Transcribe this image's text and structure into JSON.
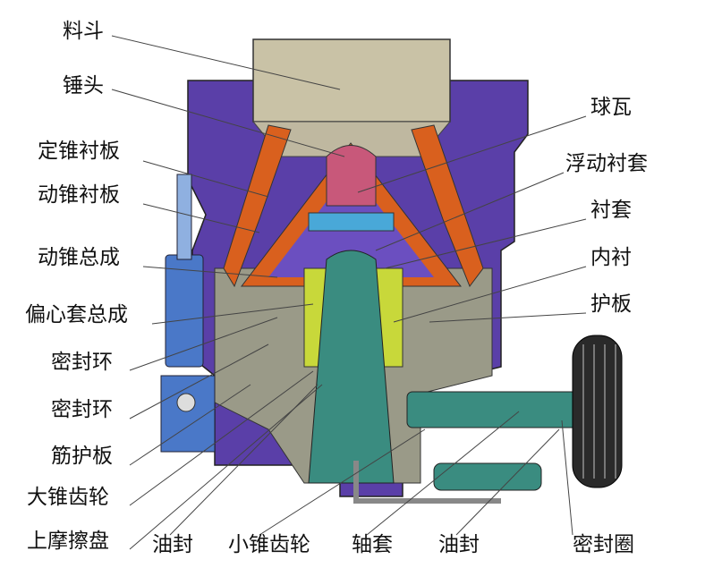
{
  "title": "Cone crusher structure diagram",
  "labels_left": [
    "料斗",
    "锤头",
    "定锥衬板",
    "动锥衬板",
    "动锥总成",
    "偏心套总成",
    "密封环",
    "密封环",
    "筋护板",
    "大锥齿轮",
    "上摩擦盘"
  ],
  "labels_bottom": [
    "油封",
    "小锥齿轮",
    "轴套",
    "油封",
    "密封圈"
  ],
  "labels_right": [
    "球瓦",
    "浮动衬套",
    "衬套",
    "内衬",
    "护板"
  ],
  "colors": {
    "frame": "#5a3fa8",
    "liner": "#d9601e",
    "shaft": "#3a8c80",
    "body": "#9a9a88",
    "hopper": "#c9c2a6",
    "cylinder": "#4a78c8"
  }
}
